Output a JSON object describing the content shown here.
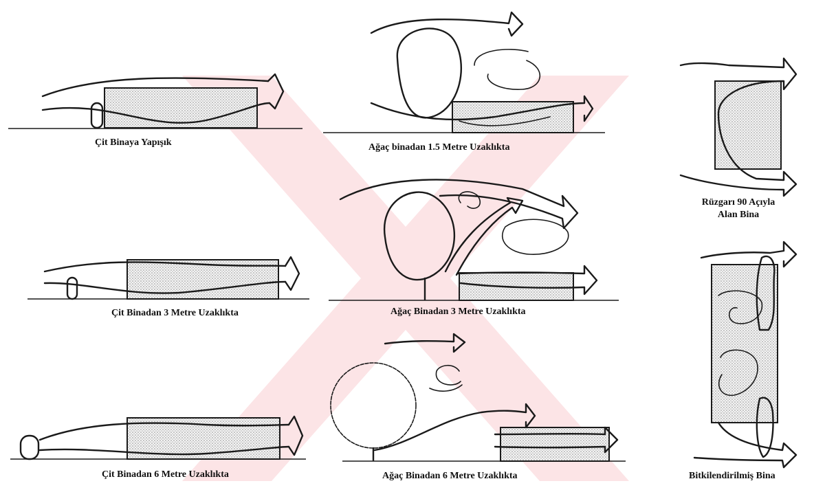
{
  "colors": {
    "ink": "#1a1a1a",
    "watermark": "#e8313a",
    "building_dots": "#9a9a9a"
  },
  "captions": {
    "c1": "Çit Binaya Yapışık",
    "c2": "Ağaç binadan 1.5 Metre Uzaklıkta",
    "c3_line1": "Rüzgarı 90 Açıyla",
    "c3_line2": "Alan Bina",
    "c4": "Çit Binadan 3 Metre Uzaklıkta",
    "c5": "Ağaç Binadan 3 Metre Uzaklıkta",
    "c6": "Çit Binadan 6 Metre Uzaklıkta",
    "c7": "Ağaç Binadan 6 Metre Uzaklıkta",
    "c8": "Bitkilendirilmiş Bina"
  }
}
